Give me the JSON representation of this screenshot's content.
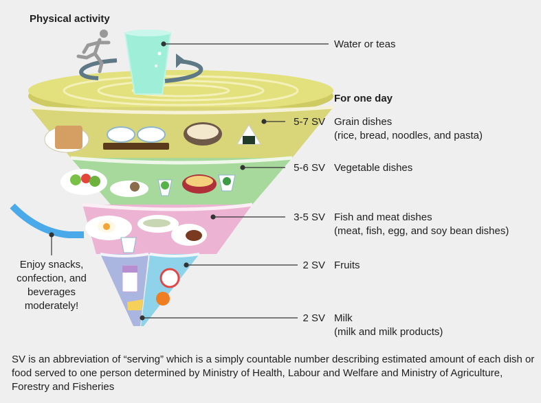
{
  "title": "Physical activity",
  "water_label": "Water or teas",
  "header": "For one day",
  "tiers": [
    {
      "id": "grain",
      "sv": "5-7 SV",
      "name": "Grain dishes",
      "detail": "(rice, bread, noodles, and pasta)",
      "color": "#d9d67a"
    },
    {
      "id": "vegetable",
      "sv": "5-6 SV",
      "name": "Vegetable dishes",
      "detail": "",
      "color": "#a6d99b"
    },
    {
      "id": "fish-meat",
      "sv": "3-5 SV",
      "name": "Fish and meat dishes",
      "detail": "(meat, fish, egg, and soy bean dishes)",
      "color": "#ecb3d3"
    },
    {
      "id": "fruits",
      "sv": "2 SV",
      "name": "Fruits",
      "detail": "",
      "color": "#8fd3ea"
    },
    {
      "id": "milk",
      "sv": "2 SV",
      "name": "Milk",
      "detail": "(milk and milk products)",
      "color": "#aab6e0"
    }
  ],
  "snacks_note": "Enjoy snacks, confection, and beverages moderately!",
  "footnote": "SV is an abbreviation of “serving” which is a simply countable number describing estimated amount of each dish or food served to one person determined by Ministry of Health, Labour and Welfare and Ministry of Agriculture, Forestry and Fisheries",
  "colors": {
    "background": "#efefef",
    "top_disc": "#e3e07e",
    "cup": "#9eeed8",
    "arrow": "#5f7886",
    "runner": "#999999",
    "snack_ribbon": "#4aa9e8"
  }
}
